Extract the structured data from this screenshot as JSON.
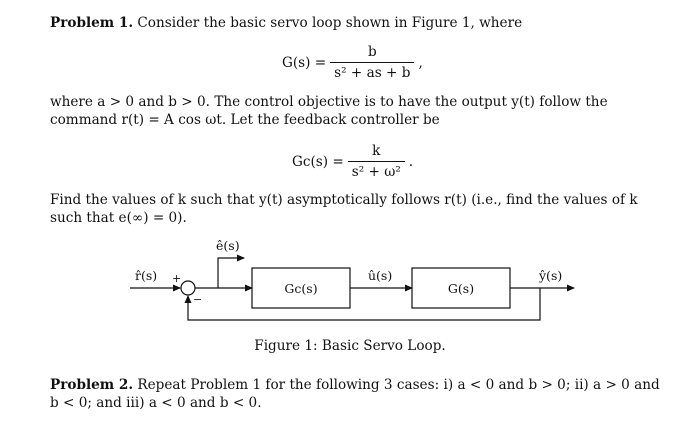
{
  "problem1": {
    "label": "Problem 1.",
    "intro": " Consider the basic servo loop shown in Figure 1, where",
    "plant_eq": {
      "lhs": "G(s) =",
      "num": "b",
      "den": "s² + as + b",
      "trail": ","
    },
    "line2": "where a > 0 and b > 0. The control objective is to have the output y(t) follow the command r(t) = A cos ωt. Let the feedback controller be",
    "ctrl_eq": {
      "lhs": "Gc(s) =",
      "num": "k",
      "den": "s² + ω²",
      "trail": "."
    },
    "line3": "Find the values of k such that y(t) asymptotically follows r(t) (i.e., find the values of k such that e(∞) = 0)."
  },
  "diagram": {
    "input_label": "r̂(s)",
    "plus_sign": "+",
    "minus_sign": "−",
    "error_label": "ê(s)",
    "controller_label": "Gc(s)",
    "control_label": "û(s)",
    "plant_label": "G(s)",
    "output_label": "ŷ(s)",
    "caption": "Figure 1: Basic Servo Loop."
  },
  "problem2": {
    "label": "Problem 2.",
    "text": " Repeat Problem 1 for the following 3 cases: i) a < 0 and b > 0; ii) a > 0 and b < 0; and iii) a < 0 and b < 0."
  }
}
